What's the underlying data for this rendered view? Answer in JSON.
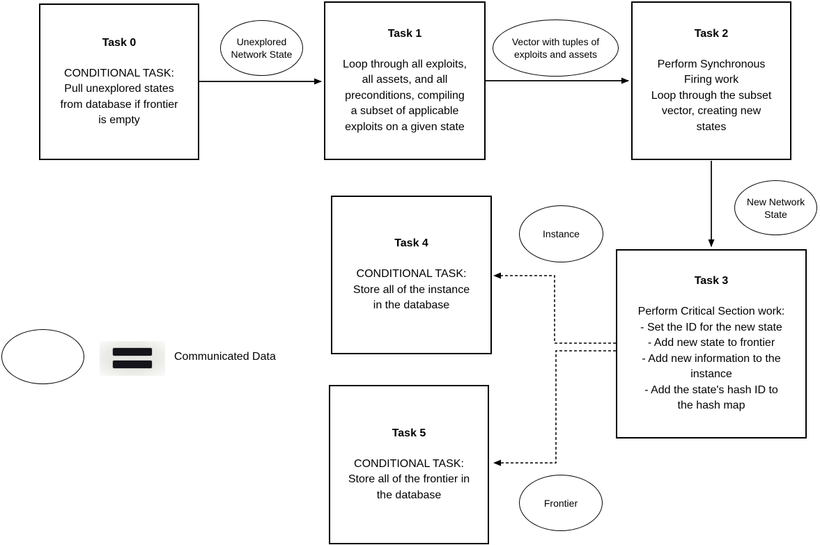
{
  "diagram": {
    "tasks": [
      {
        "title": "Task 0",
        "body": "CONDITIONAL TASK:\nPull unexplored states\nfrom database if frontier\nis empty"
      },
      {
        "title": "Task 1",
        "body": "Loop through all exploits,\nall assets, and all\npreconditions, compiling\na subset of applicable\nexploits on a given state"
      },
      {
        "title": "Task 2",
        "body": "Perform Synchronous\nFiring work\nLoop through the subset\nvector, creating new\nstates"
      },
      {
        "title": "Task 3",
        "body": "Perform Critical Section work:\n- Set the ID for the new state\n- Add new state to frontier\n- Add new information to the\ninstance\n- Add the state's hash ID to\nthe hash map"
      },
      {
        "title": "Task 4",
        "body": "CONDITIONAL TASK:\nStore all of the instance\nin the database"
      },
      {
        "title": "Task 5",
        "body": "CONDITIONAL TASK:\nStore all of the frontier in\nthe database"
      }
    ],
    "data_ellipses": [
      {
        "label": "Unexplored\nNetwork State"
      },
      {
        "label": "Vector with tuples of\nexploits and assets"
      },
      {
        "label": "New Network\nState"
      },
      {
        "label": "Instance"
      },
      {
        "label": "Frontier"
      }
    ],
    "legend": {
      "symbol": "equals-sign",
      "label": "Communicated Data"
    },
    "colors": {
      "stroke": "#000000",
      "text": "#000000",
      "background": "#ffffff",
      "legend_icon_bar": "#14141a",
      "legend_icon_bg": "#e9e9e5"
    }
  }
}
